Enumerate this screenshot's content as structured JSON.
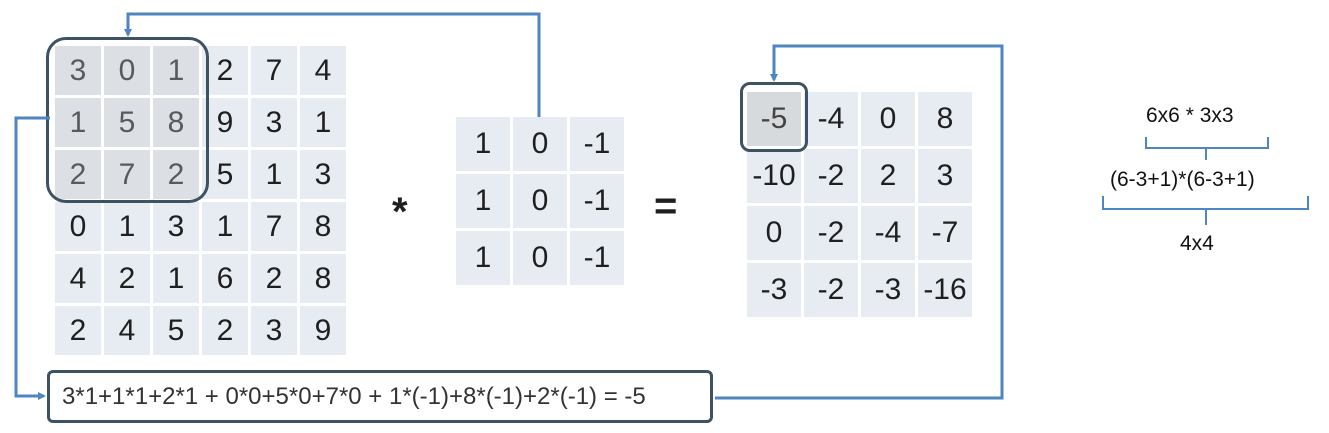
{
  "input_matrix": [
    [
      "3",
      "0",
      "1",
      "2",
      "7",
      "4"
    ],
    [
      "1",
      "5",
      "8",
      "9",
      "3",
      "1"
    ],
    [
      "2",
      "7",
      "2",
      "5",
      "1",
      "3"
    ],
    [
      "0",
      "1",
      "3",
      "1",
      "7",
      "8"
    ],
    [
      "4",
      "2",
      "1",
      "6",
      "2",
      "8"
    ],
    [
      "2",
      "4",
      "5",
      "2",
      "3",
      "9"
    ]
  ],
  "kernel_matrix": [
    [
      "1",
      "0",
      "-1"
    ],
    [
      "1",
      "0",
      "-1"
    ],
    [
      "1",
      "0",
      "-1"
    ]
  ],
  "output_matrix": [
    [
      "-5",
      "-4",
      "0",
      "8"
    ],
    [
      "-10",
      "-2",
      "2",
      "3"
    ],
    [
      "0",
      "-2",
      "-4",
      "-7"
    ],
    [
      "-3",
      "-2",
      "-3",
      "-16"
    ]
  ],
  "operators": {
    "convolution": "*",
    "equals": "="
  },
  "formula": "3*1+1*1+2*1 + 0*0+5*0+7*0 + 1*(-1)+8*(-1)+2*(-1) = -5",
  "size_calc": {
    "top": "6x6 * 3x3",
    "middle": "(6-3+1)*(6-3+1)",
    "bottom": "4x4"
  },
  "colors": {
    "cell_bg": "#e7ecf3",
    "highlight_border": "#3d5262",
    "arrow": "#4f86c1"
  }
}
